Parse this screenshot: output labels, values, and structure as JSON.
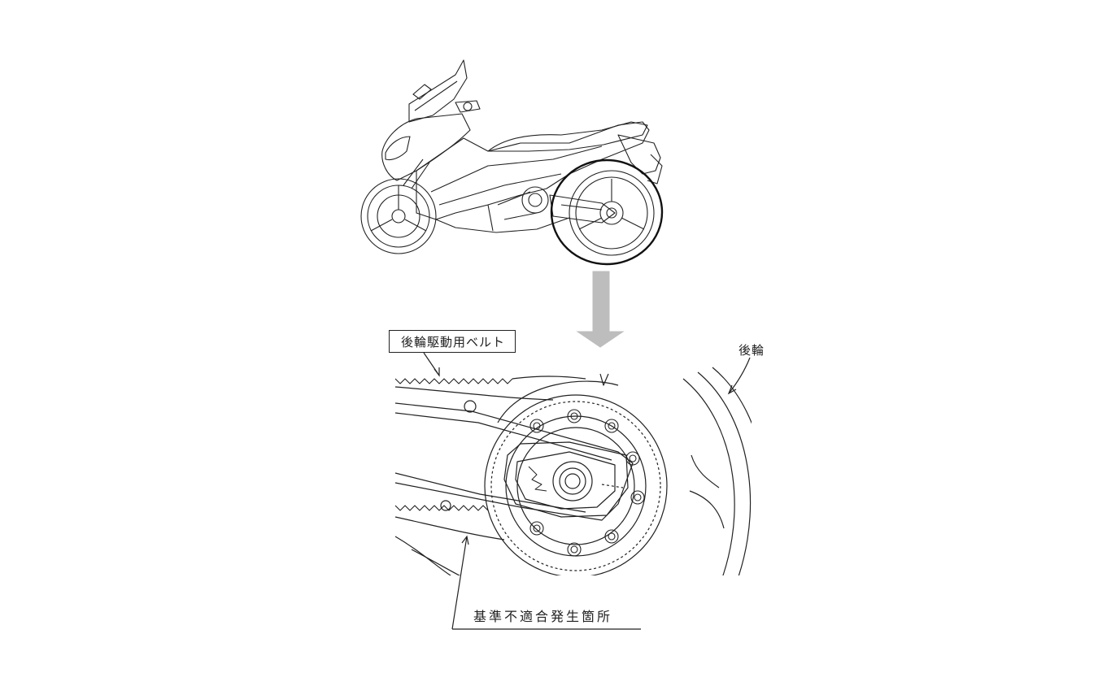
{
  "labels": {
    "belt": "後輪駆動用ベルト",
    "rear_wheel": "後輪",
    "defect_location": "基準不適合発生箇所"
  },
  "colors": {
    "line": "#222222",
    "arrow_fill": "#bdbdbd",
    "background": "#ffffff"
  },
  "icons": {
    "motorcycle": "scooter-side-view-drawing",
    "callout_arrow": "down-arrow-icon",
    "detail": "rear-pulley-belt-detail-drawing"
  }
}
